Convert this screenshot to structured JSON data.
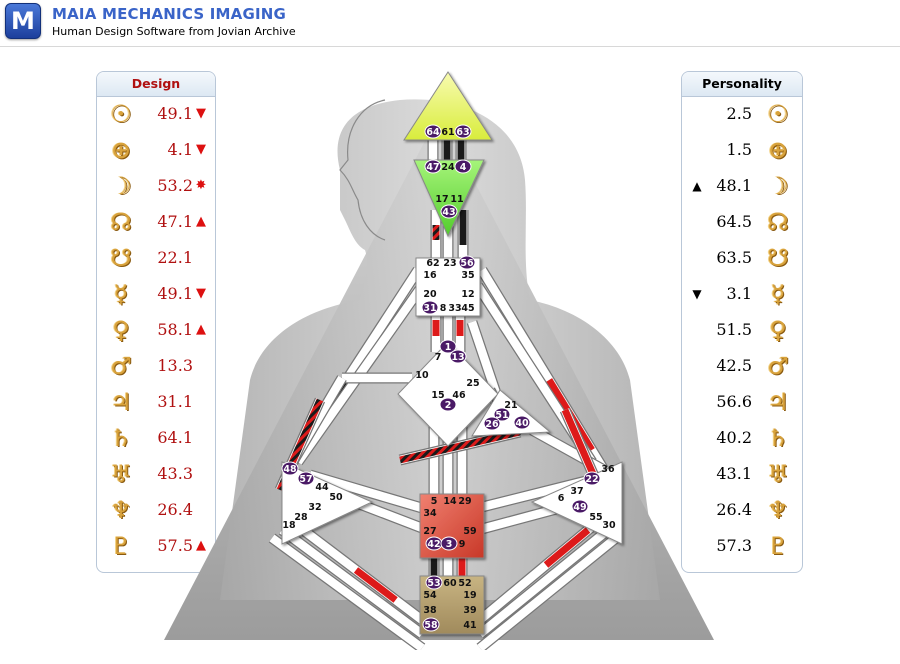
{
  "header": {
    "logo_letter": "M",
    "title": "MAIA MECHANICS IMAGING",
    "subtitle": "Human Design Software from Jovian Archive"
  },
  "design": {
    "title": "Design",
    "rows": [
      {
        "planet": "sun-icon",
        "glyph": "☉",
        "value": "49.1",
        "mark": "▼"
      },
      {
        "planet": "earth-icon",
        "glyph": "⊕",
        "value": "4.1",
        "mark": "▼"
      },
      {
        "planet": "moon-icon",
        "glyph": "☽",
        "value": "53.2",
        "mark": "✸"
      },
      {
        "planet": "north-node-icon",
        "glyph": "☊",
        "value": "47.1",
        "mark": "▲"
      },
      {
        "planet": "south-node-icon",
        "glyph": "☋",
        "value": "22.1",
        "mark": ""
      },
      {
        "planet": "mercury-icon",
        "glyph": "☿",
        "value": "49.1",
        "mark": "▼"
      },
      {
        "planet": "venus-icon",
        "glyph": "♀",
        "value": "58.1",
        "mark": "▲"
      },
      {
        "planet": "mars-icon",
        "glyph": "♂",
        "value": "13.3",
        "mark": ""
      },
      {
        "planet": "jupiter-icon",
        "glyph": "♃",
        "value": "31.1",
        "mark": ""
      },
      {
        "planet": "saturn-icon",
        "glyph": "♄",
        "value": "64.1",
        "mark": ""
      },
      {
        "planet": "uranus-icon",
        "glyph": "♅",
        "value": "43.3",
        "mark": ""
      },
      {
        "planet": "neptune-icon",
        "glyph": "♆",
        "value": "26.4",
        "mark": ""
      },
      {
        "planet": "pluto-icon",
        "glyph": "♇",
        "value": "57.5",
        "mark": "▲"
      }
    ]
  },
  "personality": {
    "title": "Personality",
    "rows": [
      {
        "planet": "sun-icon",
        "glyph": "☉",
        "value": "2.5",
        "mark": ""
      },
      {
        "planet": "earth-icon",
        "glyph": "⊕",
        "value": "1.5",
        "mark": ""
      },
      {
        "planet": "moon-icon",
        "glyph": "☽",
        "value": "48.1",
        "mark": "▲"
      },
      {
        "planet": "north-node-icon",
        "glyph": "☊",
        "value": "64.5",
        "mark": ""
      },
      {
        "planet": "south-node-icon",
        "glyph": "☋",
        "value": "63.5",
        "mark": ""
      },
      {
        "planet": "mercury-icon",
        "glyph": "☿",
        "value": "3.1",
        "mark": "▼"
      },
      {
        "planet": "venus-icon",
        "glyph": "♀",
        "value": "51.5",
        "mark": ""
      },
      {
        "planet": "mars-icon",
        "glyph": "♂",
        "value": "42.5",
        "mark": ""
      },
      {
        "planet": "jupiter-icon",
        "glyph": "♃",
        "value": "56.6",
        "mark": ""
      },
      {
        "planet": "saturn-icon",
        "glyph": "♄",
        "value": "40.2",
        "mark": ""
      },
      {
        "planet": "uranus-icon",
        "glyph": "♅",
        "value": "43.1",
        "mark": ""
      },
      {
        "planet": "neptune-icon",
        "glyph": "♆",
        "value": "26.4",
        "mark": ""
      },
      {
        "planet": "pluto-icon",
        "glyph": "♇",
        "value": "57.3",
        "mark": ""
      }
    ]
  },
  "colors": {
    "design_red": "#b01010",
    "glyph_gold": "#d8a23c",
    "head_center": "#e7f26a",
    "ajna_center": "#7fe05a",
    "sacral_center": "#e0584a",
    "root_center": "#b8a070",
    "active_gate": "#4a1a66"
  },
  "centers": {
    "head": {
      "gates": [
        {
          "n": "64",
          "active": true
        },
        {
          "n": "61",
          "active": false
        },
        {
          "n": "63",
          "active": true
        }
      ]
    },
    "ajna": {
      "gates": [
        {
          "n": "47",
          "active": true
        },
        {
          "n": "24",
          "active": false
        },
        {
          "n": "4",
          "active": true
        },
        {
          "n": "17",
          "active": false
        },
        {
          "n": "11",
          "active": false
        },
        {
          "n": "43",
          "active": true
        }
      ]
    },
    "throat": {
      "gates": [
        {
          "n": "62",
          "active": false
        },
        {
          "n": "23",
          "active": false
        },
        {
          "n": "56",
          "active": true
        },
        {
          "n": "16",
          "active": false
        },
        {
          "n": "35",
          "active": false
        },
        {
          "n": "12",
          "active": false
        },
        {
          "n": "20",
          "active": false
        },
        {
          "n": "45",
          "active": false
        },
        {
          "n": "31",
          "active": true
        },
        {
          "n": "8",
          "active": false
        },
        {
          "n": "33",
          "active": false
        }
      ]
    },
    "g": {
      "gates": [
        {
          "n": "1",
          "active": true
        },
        {
          "n": "13",
          "active": true
        },
        {
          "n": "7",
          "active": false
        },
        {
          "n": "10",
          "active": false
        },
        {
          "n": "25",
          "active": false
        },
        {
          "n": "15",
          "active": false
        },
        {
          "n": "46",
          "active": false
        },
        {
          "n": "2",
          "active": true
        }
      ]
    },
    "heart": {
      "gates": [
        {
          "n": "21",
          "active": false
        },
        {
          "n": "51",
          "active": true
        },
        {
          "n": "26",
          "active": true
        },
        {
          "n": "40",
          "active": true
        }
      ]
    },
    "spleen": {
      "gates": [
        {
          "n": "48",
          "active": true
        },
        {
          "n": "57",
          "active": true
        },
        {
          "n": "44",
          "active": false
        },
        {
          "n": "50",
          "active": false
        },
        {
          "n": "32",
          "active": false
        },
        {
          "n": "28",
          "active": false
        },
        {
          "n": "18",
          "active": false
        }
      ]
    },
    "sacral": {
      "gates": [
        {
          "n": "5",
          "active": false
        },
        {
          "n": "14",
          "active": false
        },
        {
          "n": "29",
          "active": false
        },
        {
          "n": "34",
          "active": false
        },
        {
          "n": "27",
          "active": false
        },
        {
          "n": "59",
          "active": false
        },
        {
          "n": "42",
          "active": true
        },
        {
          "n": "3",
          "active": true
        },
        {
          "n": "9",
          "active": false
        }
      ]
    },
    "solar_plexus": {
      "gates": [
        {
          "n": "36",
          "active": false
        },
        {
          "n": "22",
          "active": true
        },
        {
          "n": "37",
          "active": false
        },
        {
          "n": "6",
          "active": false
        },
        {
          "n": "49",
          "active": true
        },
        {
          "n": "55",
          "active": false
        },
        {
          "n": "30",
          "active": false
        }
      ]
    },
    "root": {
      "gates": [
        {
          "n": "53",
          "active": true
        },
        {
          "n": "60",
          "active": false
        },
        {
          "n": "52",
          "active": false
        },
        {
          "n": "54",
          "active": false
        },
        {
          "n": "19",
          "active": false
        },
        {
          "n": "38",
          "active": false
        },
        {
          "n": "39",
          "active": false
        },
        {
          "n": "58",
          "active": true
        },
        {
          "n": "41",
          "active": false
        }
      ]
    }
  }
}
